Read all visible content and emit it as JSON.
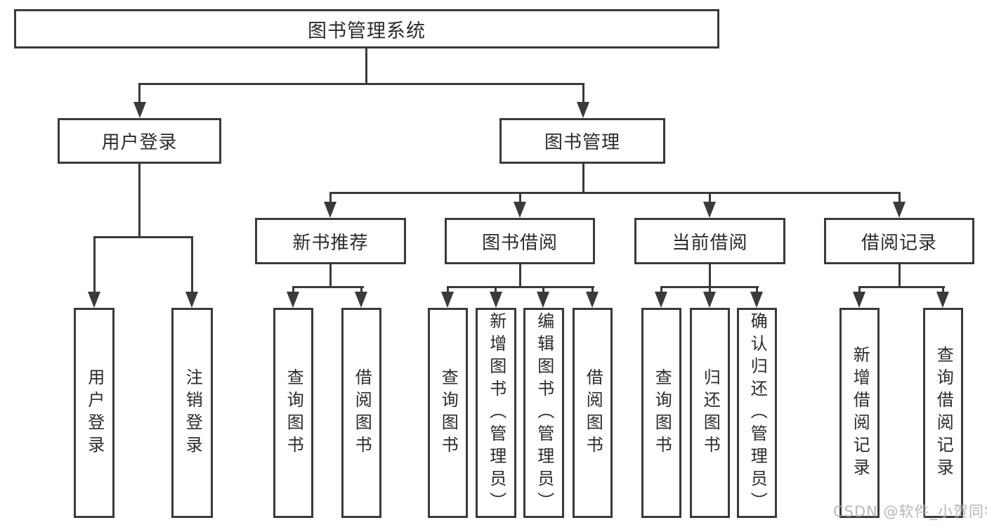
{
  "diagram": {
    "type": "hierarchy-tree",
    "line_color": "#3a3a3a",
    "text_color": "#2b2b2b",
    "background": "#ffffff"
  },
  "tree": {
    "label": "图书管理系统",
    "children": [
      {
        "label": "用户登录",
        "children": [
          {
            "label": "用户登录"
          },
          {
            "label": "注销登录"
          }
        ]
      },
      {
        "label": "图书管理",
        "children": [
          {
            "label": "新书推荐",
            "children": [
              {
                "label": "查询图书"
              },
              {
                "label": "借阅图书"
              }
            ]
          },
          {
            "label": "图书借阅",
            "children": [
              {
                "label": "查询图书"
              },
              {
                "label": "新增图书（管理员）"
              },
              {
                "label": "编辑图书（管理员）"
              },
              {
                "label": "借阅图书"
              }
            ]
          },
          {
            "label": "当前借阅",
            "children": [
              {
                "label": "查询图书"
              },
              {
                "label": "归还图书"
              },
              {
                "label": "确认归还（管理员）"
              }
            ]
          },
          {
            "label": "借阅记录",
            "children": [
              {
                "label": "新增借阅记录"
              },
              {
                "label": "查询借阅记录"
              }
            ]
          }
        ]
      }
    ]
  },
  "watermark": "CSDN @软件_小贺同学"
}
